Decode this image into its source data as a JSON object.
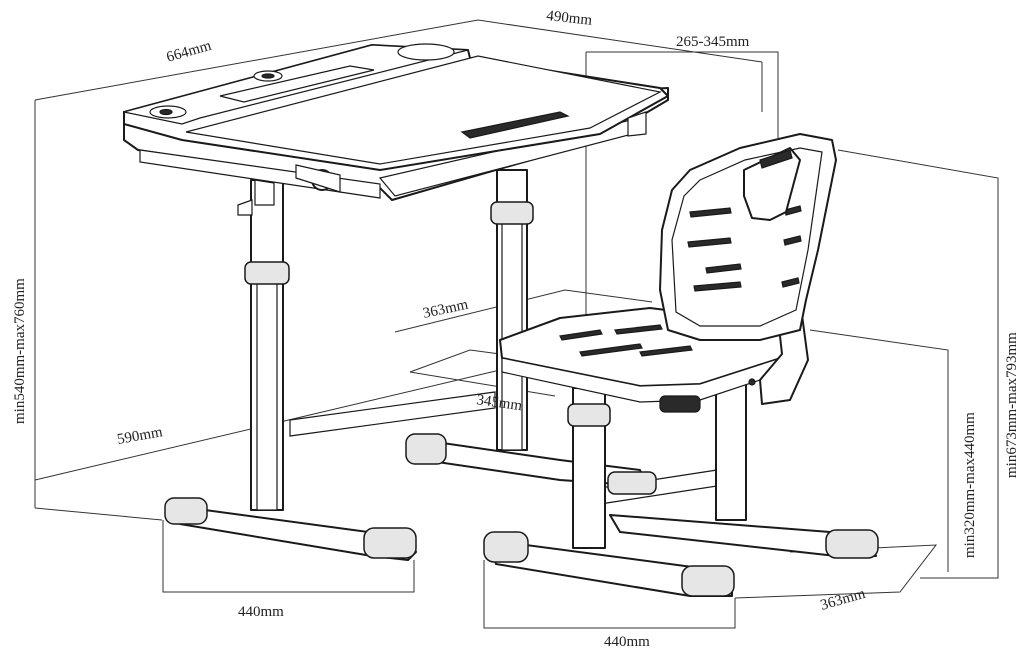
{
  "dimensions": {
    "desk_width": "664mm",
    "desk_depth": "490mm",
    "tilt_range": "265-345mm",
    "desk_height": "min540mm-max760mm",
    "desk_base_length": "590mm",
    "desk_foot_width": "440mm",
    "seat_depth": "363mm",
    "seat_width": "345mm",
    "seat_height": "min320mm-max440mm",
    "chair_height": "min673mm-max793mm",
    "chair_foot_depth": "363mm",
    "chair_foot_width": "440mm"
  }
}
